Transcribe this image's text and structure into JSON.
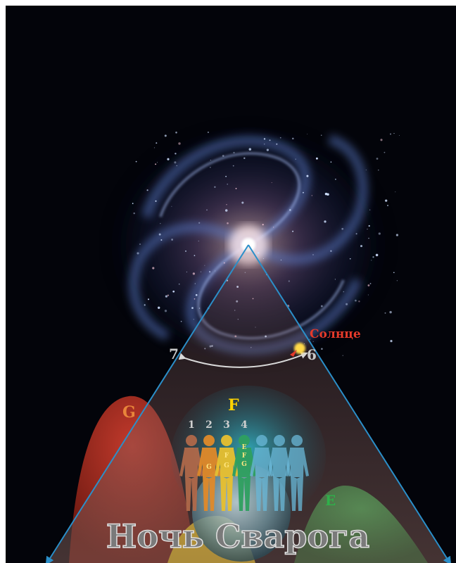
{
  "labels": {
    "sun": "Солнце",
    "point_left": "7",
    "point_right": "6",
    "zone_g": "G",
    "zone_f": "F",
    "zone_e": "E",
    "title": "Ночь Сварога",
    "figure_numbers": [
      "1",
      "2",
      "3",
      "4"
    ],
    "figure_letters": {
      "fig2": "G",
      "fig3": [
        "F",
        "G"
      ],
      "fig4": [
        "E",
        "F",
        "G"
      ]
    }
  },
  "colors": {
    "background": "#03040a",
    "zone_g": "#b8352a",
    "zone_f": "#1f9fb0",
    "zone_e": "#2aa04a",
    "yellow": "#e8c81a",
    "beam": "#2b8fc9",
    "sun_label": "#e53a2a"
  },
  "figures": [
    {
      "number": "1",
      "color": "#b0694a"
    },
    {
      "number": "2",
      "color": "#e08a2a"
    },
    {
      "number": "3",
      "color": "#e8c030"
    },
    {
      "number": "4",
      "color": "#2fa060"
    },
    {
      "number": "",
      "color": "#6ab8d8"
    },
    {
      "number": "",
      "color": "#6ab8d8"
    },
    {
      "number": "",
      "color": "#6ab8d8"
    }
  ]
}
